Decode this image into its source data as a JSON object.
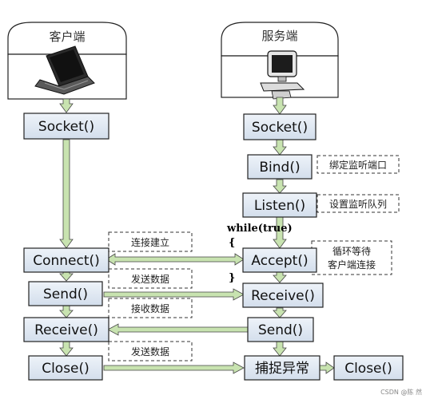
{
  "client": {
    "header": "客户端",
    "steps": [
      "Socket()",
      "Connect()",
      "Send()",
      "Receive()",
      "Close()"
    ]
  },
  "server": {
    "header": "服务端",
    "steps": [
      "Socket()",
      "Bind()",
      "Listen()",
      "Accept()",
      "Receive()",
      "Send()",
      "捕捉异常",
      "Close()"
    ]
  },
  "loop": {
    "label": "while(true)",
    "open": "{",
    "close": "}"
  },
  "notes": {
    "bind": "绑定监听端口",
    "listen": "设置监听队列",
    "accept_line1": "循环等待",
    "accept_line2": "客户端连接",
    "connect": "连接建立",
    "send": "发送数据",
    "receive": "接收数据",
    "close": "发送数据"
  },
  "watermark": "CSDN @陈 然",
  "colors": {
    "box_fill": "#dde6f1",
    "arrow": "#c8e3b0",
    "stroke": "#222222"
  }
}
